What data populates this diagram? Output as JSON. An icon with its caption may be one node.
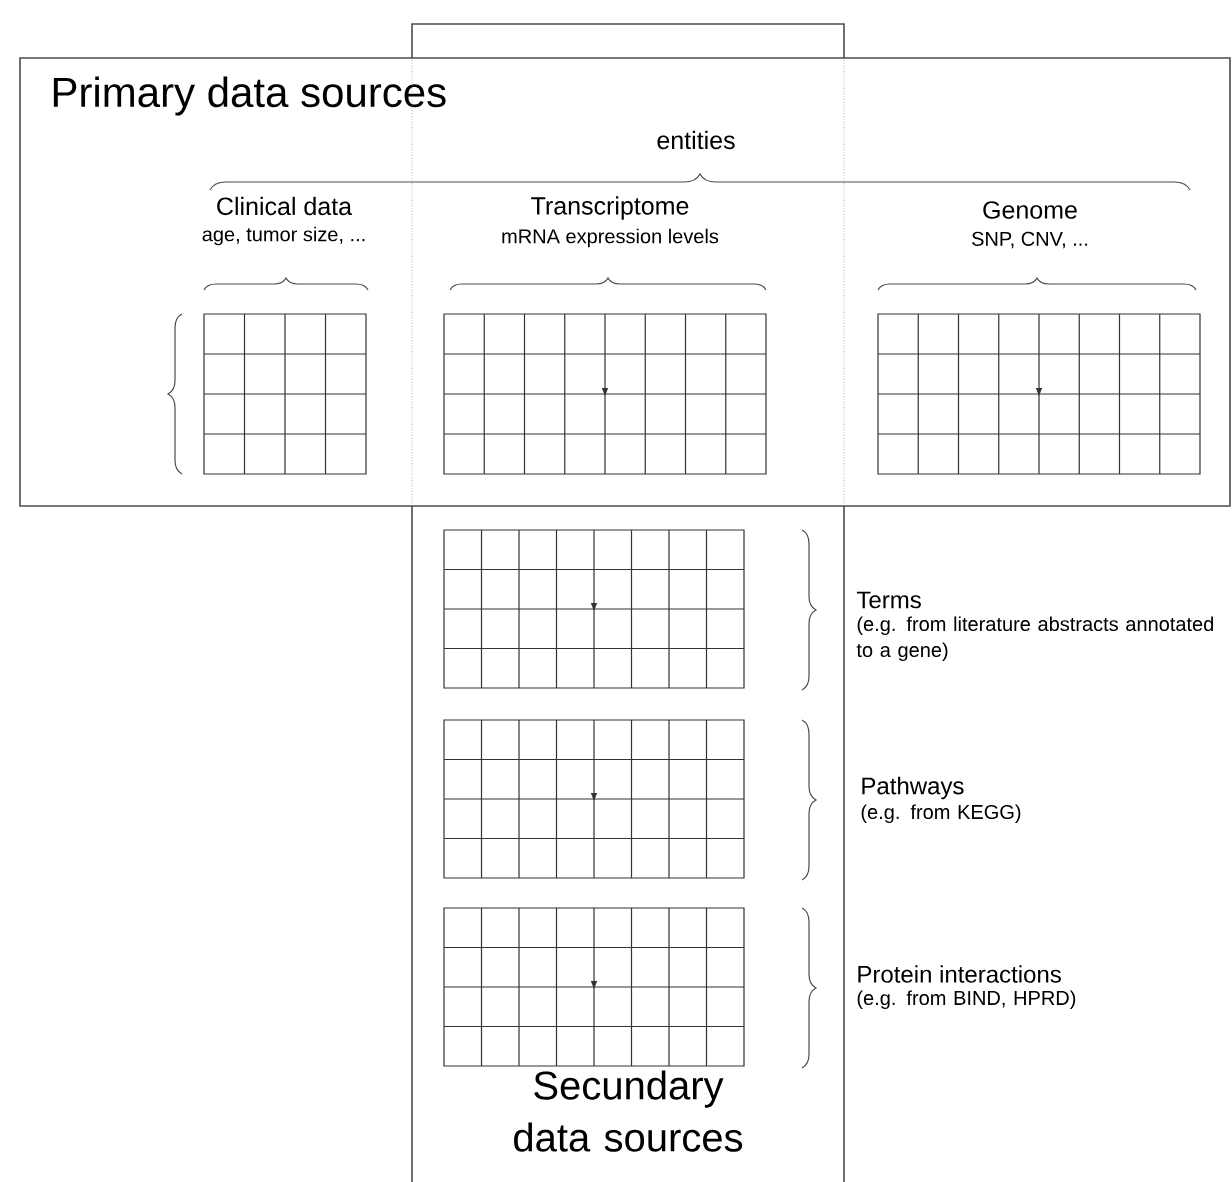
{
  "diagram": {
    "nodes": [
      {
        "text": [
          "Primary data sources"
        ]
      },
      {
        "text": [
          "Secundary data sources"
        ]
      }
    ],
    "edges": [],
    "labels": [
      "entities",
      "Clinical data",
      "age, tumor size, ...",
      "Transcriptome",
      "mRNA expression levels",
      "Genome",
      "SNP, CNV, ...",
      "Terms",
      "(e.g. from literature abstracts annotated to a gene)",
      "Pathways",
      "(e.g. from KEGG)",
      "Protein interactions",
      "(e.g. from BIND, HPRD)"
    ]
  }
}
